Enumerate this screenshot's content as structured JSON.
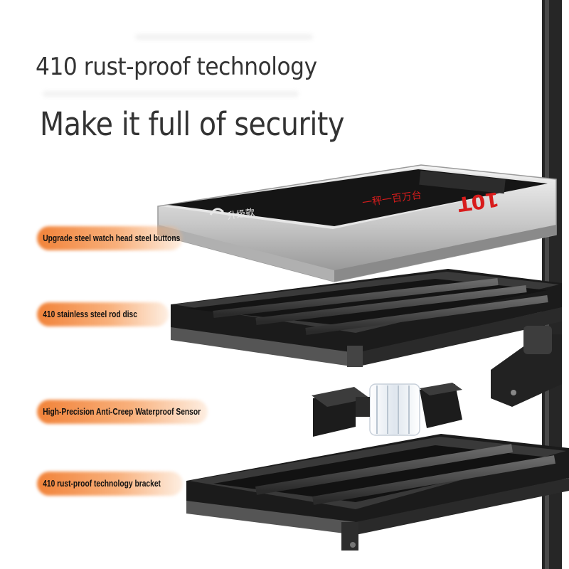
{
  "headline": {
    "line1": "410 rust-proof technology",
    "line2": "Make it full of security"
  },
  "callouts": [
    {
      "label": "Upgrade steel watch head steel buttons"
    },
    {
      "label": "410 stainless steel rod disc"
    },
    {
      "label": "High-Precision Anti-Creep Waterproof Sensor"
    },
    {
      "label": "410 rust-proof technology bracket"
    }
  ],
  "display": {
    "brand_text": "10T",
    "line_a": "一秤一百万台",
    "line_b": "升级款"
  },
  "colors": {
    "callout_orange": "#f07828",
    "headline_text": "#333333",
    "frame_dark": "#2a2a2a",
    "platform_silver": "#d9d9d9",
    "display_black": "#111111",
    "display_red": "#d81c1c"
  }
}
